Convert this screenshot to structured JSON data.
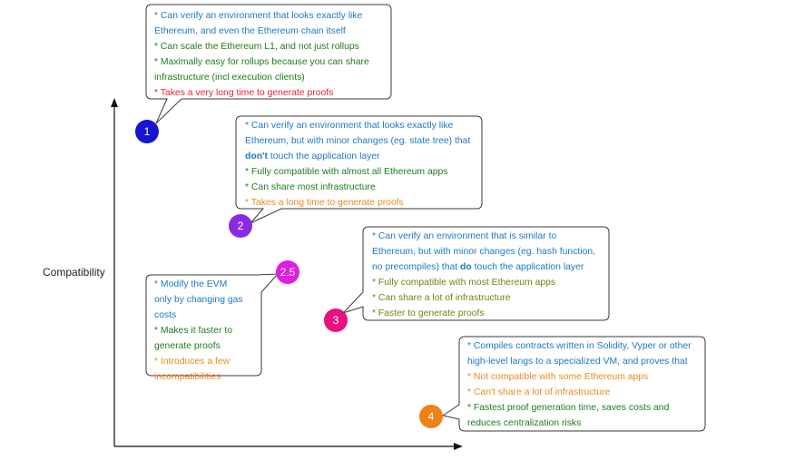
{
  "diagram": {
    "axis_label": "Compatibility",
    "nodes": [
      {
        "label": "1",
        "color": "#1414d2"
      },
      {
        "label": "2",
        "color": "#8a2be2"
      },
      {
        "label": "2.5",
        "color": "#e01ee0"
      },
      {
        "label": "3",
        "color": "#e8127a"
      },
      {
        "label": "4",
        "color": "#f08018"
      }
    ],
    "notes": {
      "n1": {
        "l1": "* Can verify an environment that looks exactly like",
        "l2": "Ethereum, and even the Ethereum chain itself",
        "l3": "* Can scale the Ethereum L1, and not just rollups",
        "l4": "* Maximally easy for rollups because you can share",
        "l5": "infrastructure (incl execution clients)",
        "l6": "* Takes a very long time to generate proofs"
      },
      "n2": {
        "l1": "* Can verify an environment that looks exactly like",
        "l2a": "Ethereum, but with minor changes (eg. state tree) that",
        "l3a": "don't",
        "l3b": " touch the application layer",
        "l4": "* Fully compatible with almost all Ethereum apps",
        "l5": "* Can share most infrastructure",
        "l6": "* Takes a long time to generate proofs"
      },
      "n25": {
        "l1": "* Modify the EVM",
        "l2": "only by changing gas",
        "l3": "costs",
        "l4": "* Makes it faster to",
        "l5": "generate proofs",
        "l6": "* Introduces a few",
        "l7": "incompatibilities"
      },
      "n3": {
        "l1": "* Can verify an environment that is similar to",
        "l2": "Ethereum, but with minor changes (eg. hash function,",
        "l3a": "no precompiles) that ",
        "l3b": "do",
        "l3c": " touch the application layer",
        "l4": "* Fully compatible with most Ethereum apps",
        "l5": "* Can share a lot of infrastructure",
        "l6": "* Faster to generate proofs"
      },
      "n4": {
        "l1": "* Compiles contracts written in Solidity, Vyper or other",
        "l2": "high-level langs to a specialized VM, and proves that",
        "l3": "* Not compatible with some Ethereum apps",
        "l4": "* Can't share a lot of infrastructure",
        "l5": "* Fastest proof generation time, saves costs and",
        "l6": "reduces centralization risks"
      }
    }
  }
}
